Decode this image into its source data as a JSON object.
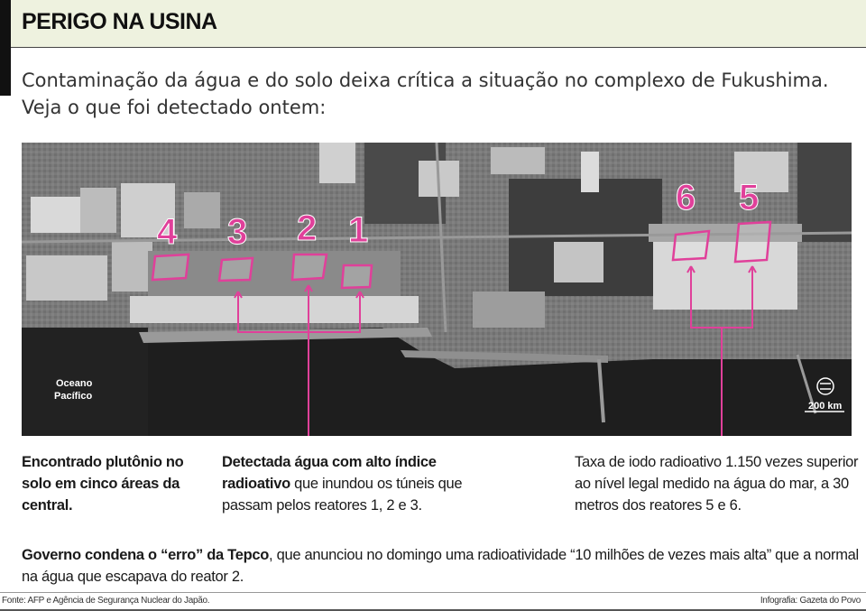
{
  "header": {
    "title": "PERIGO NA USINA",
    "subtitle": "Contaminação da água e do solo deixa crítica a situação no complexo de Fukushima. Veja o que foi detectado ontem:"
  },
  "map": {
    "ocean_line1": "Oceano",
    "ocean_line2": "Pacífico",
    "scale_label": "200 km",
    "reactors": [
      "4",
      "3",
      "2",
      "1",
      "6",
      "5"
    ],
    "highlight_color": "#e0409a"
  },
  "annotations": {
    "plutonium_bold": "Encontrado plutônio no solo em cinco áreas da central.",
    "water_bold": "Detectada água com alto índice radioativo",
    "water_rest": " que inundou os túneis que passam pelos reatores 1, 2 e 3.",
    "iodine": "Taxa de iodo radioativo 1.150 vezes superior ao nível legal medido na água do mar, a 30 metros dos reatores 5 e 6."
  },
  "government": {
    "bold": "Governo condena o “erro” da Tepco",
    "rest": ", que anunciou no domingo uma radioatividade “10 milhões de vezes mais alta” que a normal na água que escapava do reator 2."
  },
  "footer": {
    "source": "Fonte: AFP e Agência de Segurança Nuclear do Japão.",
    "credit": "Infografia: Gazeta do Povo"
  }
}
